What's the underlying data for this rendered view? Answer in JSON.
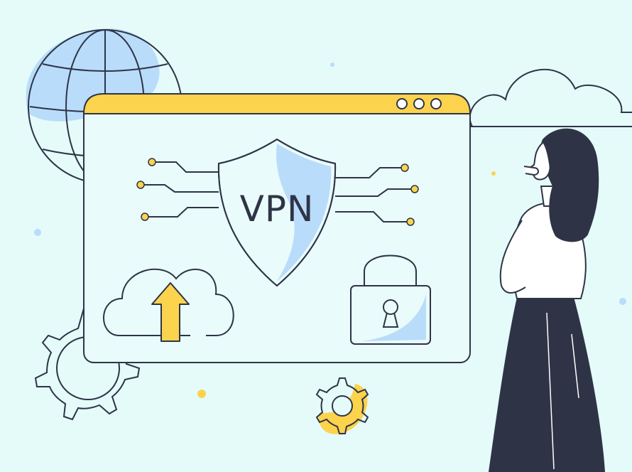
{
  "shield": {
    "label": "VPN"
  },
  "browser_window": {
    "controls": [
      "dot",
      "dot",
      "dot"
    ]
  },
  "icons": [
    "globe-icon",
    "browser-window",
    "shield-icon",
    "cloud-upload-icon",
    "padlock-icon",
    "gear-icon",
    "cloud-icon",
    "person"
  ],
  "colors": {
    "background": "#e4fbfa",
    "accent_yellow": "#fcd34d",
    "accent_blue": "#b9dcfb",
    "outline": "#2e3446",
    "window_fill": "#e9fbfb",
    "skirt": "#2e3446"
  }
}
